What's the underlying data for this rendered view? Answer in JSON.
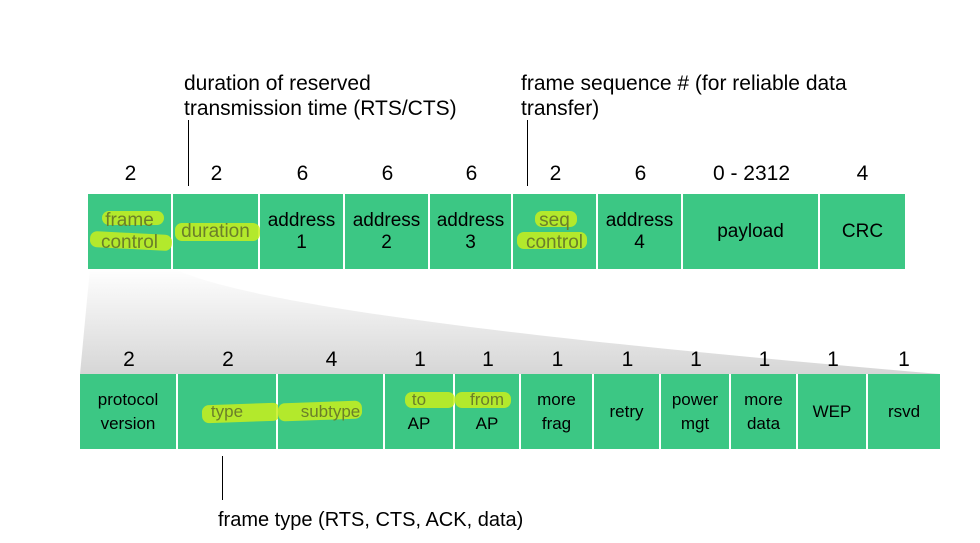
{
  "annotations": {
    "duration": [
      "duration of reserved",
      "transmission time (RTS/CTS)"
    ],
    "sequence": [
      "frame sequence # (for reliable data",
      "transfer)"
    ],
    "frame_type": "frame type (RTS, CTS, ACK, data)"
  },
  "frame": {
    "sizes": [
      "2",
      "2",
      "6",
      "6",
      "6",
      "2",
      "6",
      "0 - 2312",
      "4"
    ],
    "fields": [
      [
        "frame",
        "control"
      ],
      [
        "duration"
      ],
      [
        "address",
        "1"
      ],
      [
        "address",
        "2"
      ],
      [
        "address",
        "3"
      ],
      [
        "seq",
        "control"
      ],
      [
        "address",
        "4"
      ],
      [
        "payload"
      ],
      [
        "CRC"
      ]
    ]
  },
  "control": {
    "sizes": [
      "2",
      "2",
      "4",
      "1",
      "1",
      "1",
      "1",
      "1",
      "1",
      "1",
      "1"
    ],
    "fields": [
      [
        "protocol",
        "version"
      ],
      [
        "type"
      ],
      [
        "subtype"
      ],
      [
        "to",
        "AP"
      ],
      [
        "from",
        "AP"
      ],
      [
        "more",
        "frag"
      ],
      [
        "retry"
      ],
      [
        "power",
        "mgt"
      ],
      [
        "more",
        "data"
      ],
      [
        "WEP"
      ],
      [
        "rsvd"
      ]
    ]
  },
  "colors": {
    "field_fill": "#3cc784",
    "highlighter": "#c8ef1c",
    "wedge": "#d9d9d9"
  }
}
